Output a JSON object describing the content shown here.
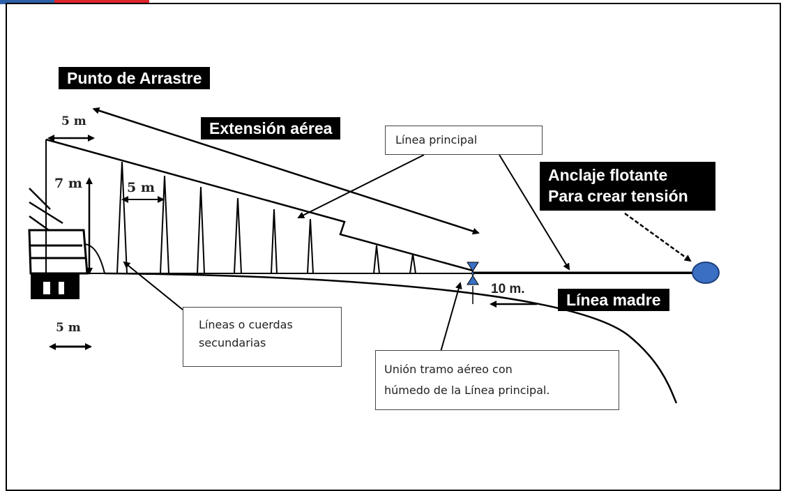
{
  "labels": {
    "punto_arrastre": "Punto de Arrastre",
    "extension_aerea": "Extensión aérea",
    "linea_principal": "Línea principal",
    "anclaje_line1": "Anclaje flotante",
    "anclaje_line2": "Para crear tensión",
    "linea_madre": "Línea madre",
    "lineas_cuerdas_line1": "Líneas o cuerdas",
    "lineas_cuerdas_line2": "secundarias",
    "union_line1": "Unión tramo aéreo con",
    "union_line2": "húmedo de la Línea principal."
  },
  "dimensions": {
    "top_spacing": "5 m",
    "height": "7 m",
    "line_spacing": "5 m",
    "bottom_spacing": "5 m",
    "depth": "10 m."
  },
  "colors": {
    "buoy": "#3a6fc4",
    "flag_blue": "#2f5fa8",
    "flag_red": "#e0252b"
  }
}
